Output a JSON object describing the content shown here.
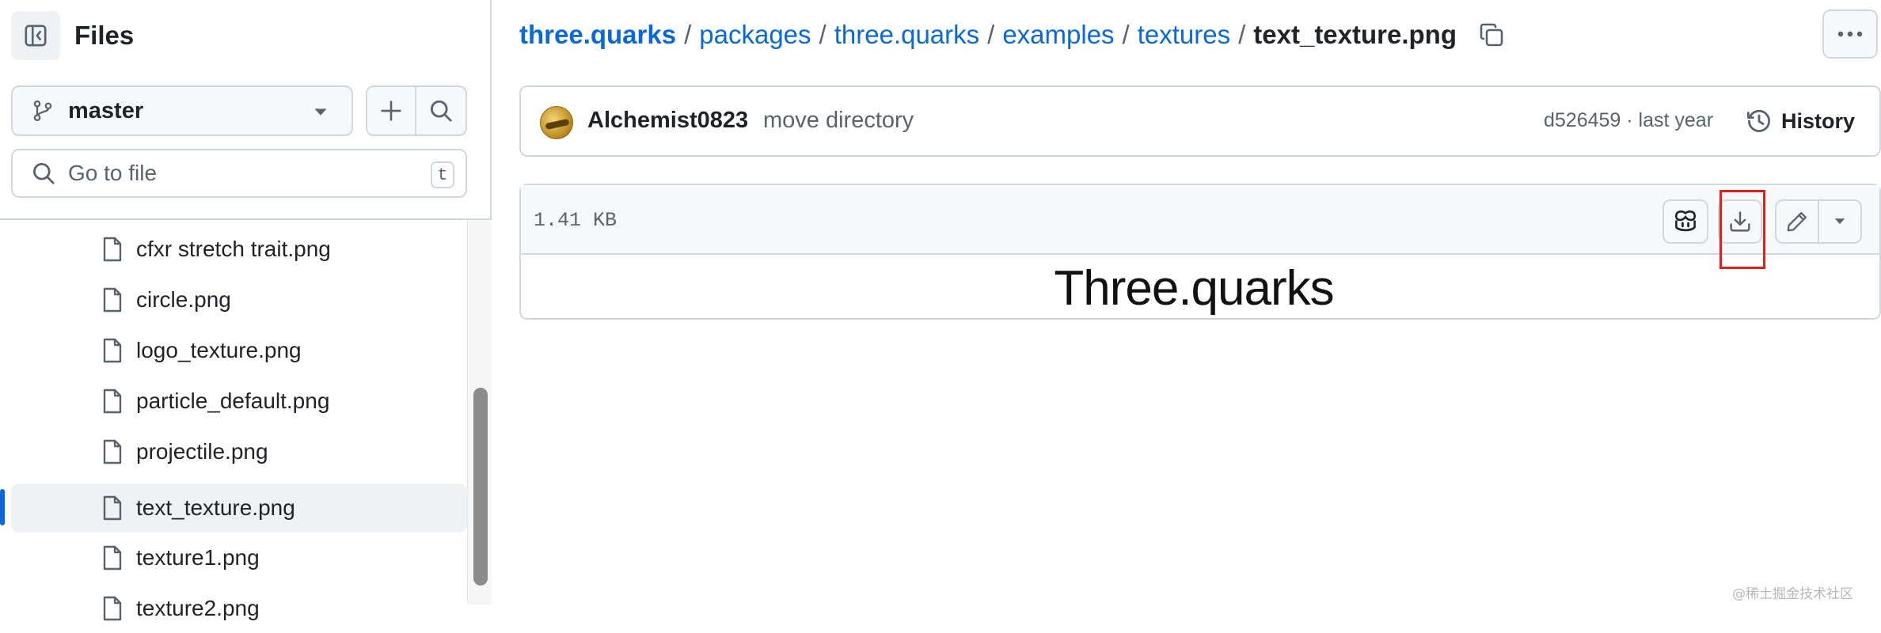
{
  "sidebar": {
    "title": "Files",
    "branch": "master",
    "goto_placeholder": "Go to file",
    "goto_shortcut": "t",
    "items": [
      {
        "label": "cfxr stretch trait.png"
      },
      {
        "label": "circle.png"
      },
      {
        "label": "logo_texture.png"
      },
      {
        "label": "particle_default.png"
      },
      {
        "label": "projectile.png"
      },
      {
        "label": "text_texture.png",
        "active": true
      },
      {
        "label": "texture1.png"
      },
      {
        "label": "texture2.png"
      }
    ]
  },
  "breadcrumb": {
    "repo": "three.quarks",
    "parts": [
      "packages",
      "three.quarks",
      "examples",
      "textures"
    ],
    "separator": "/",
    "current": "text_texture.png"
  },
  "commit": {
    "author": "Alchemist0823",
    "message": "move directory",
    "meta": "d526459 · last year",
    "history_label": "History"
  },
  "file": {
    "size": "1.41 KB",
    "preview_text": "Three.quarks"
  },
  "colors": {
    "link": "#0969da",
    "highlight": "#e0201a",
    "border": "#d1d9e0"
  },
  "watermark": "@稀土掘金技术社区"
}
